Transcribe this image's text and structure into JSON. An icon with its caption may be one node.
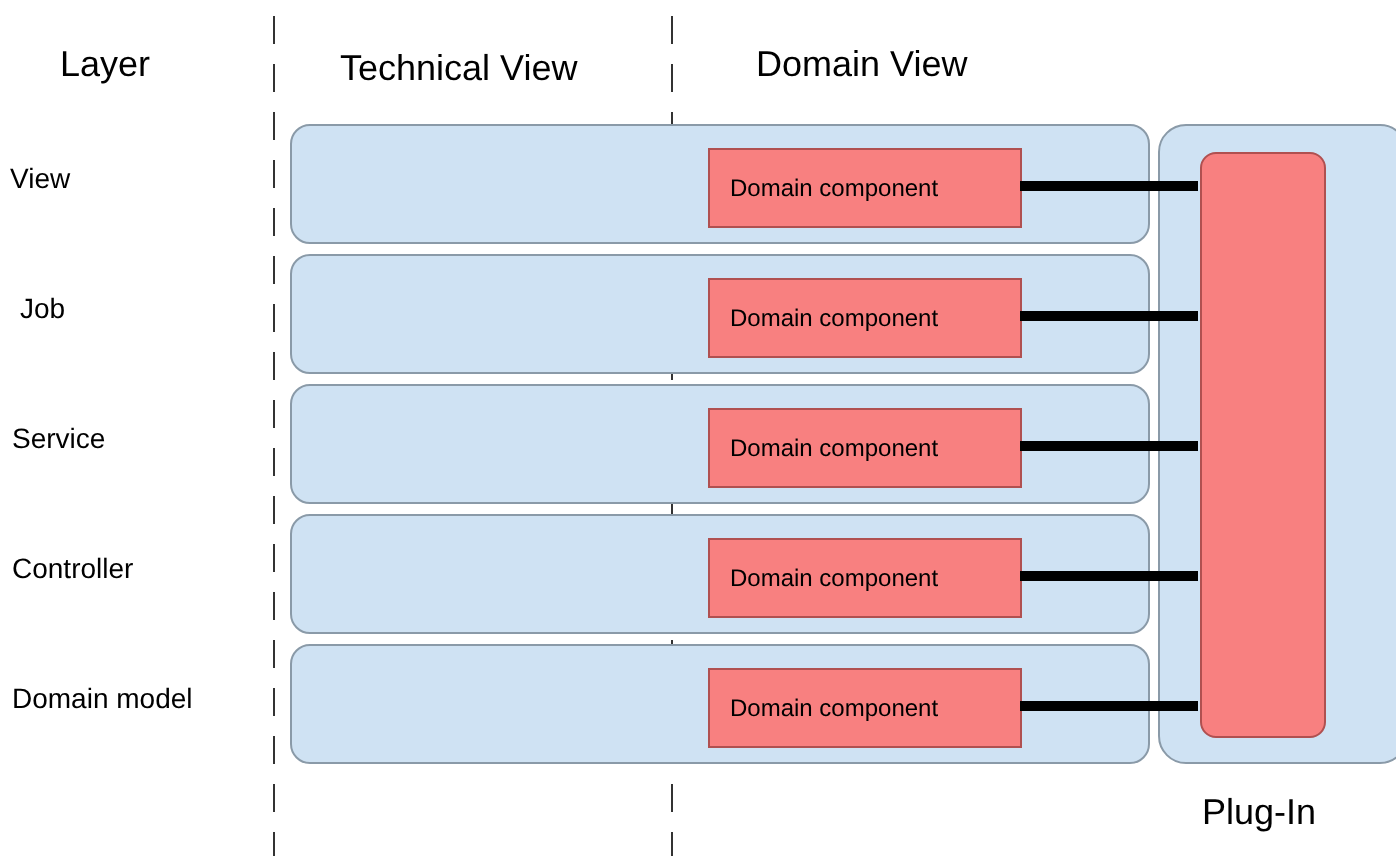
{
  "diagram": {
    "nodes": [
      {
        "text": [],
        "shape": "box"
      },
      {
        "text": [
          "Domain component"
        ],
        "in": 0
      },
      {
        "text": [],
        "shape": "box"
      },
      {
        "text": [
          "Domain component"
        ],
        "in": 2
      },
      {
        "text": [],
        "shape": "box"
      },
      {
        "text": [
          "Domain component"
        ],
        "in": 4
      },
      {
        "text": [],
        "shape": "box"
      },
      {
        "text": [
          "Domain component"
        ],
        "in": 6
      },
      {
        "text": [],
        "shape": "box"
      },
      {
        "text": [
          "Domain component"
        ],
        "in": 8
      },
      {
        "text": [
          "Plug-In"
        ]
      },
      {
        "text": [],
        "shape": "box",
        "in": 10
      }
    ],
    "edges": [
      {
        "from": 1,
        "to": 11,
        "arrow": "none"
      },
      {
        "from": 3,
        "to": 11,
        "arrow": "none"
      },
      {
        "from": 5,
        "to": 11,
        "arrow": "none"
      },
      {
        "from": 7,
        "to": 11,
        "arrow": "none"
      },
      {
        "from": 9,
        "to": 11,
        "arrow": "none"
      }
    ],
    "labels": [
      "Layer",
      "Technical View",
      "Domain View",
      "View",
      "Job",
      "Service",
      "Controller",
      "Domain model"
    ]
  }
}
